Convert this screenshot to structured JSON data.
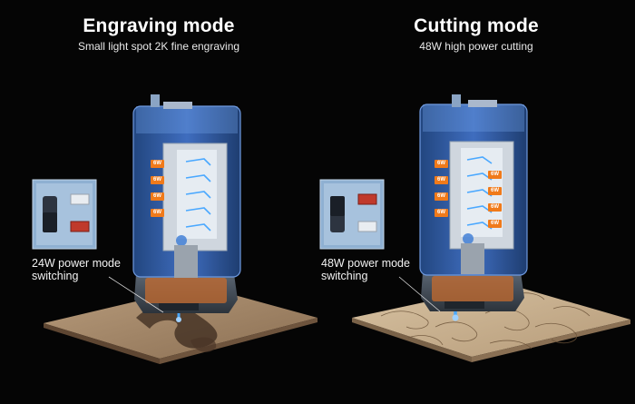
{
  "colors": {
    "background": "#050505",
    "housing_blue": "#3f6dbf",
    "power_tag": "#f07a1a",
    "laser_glow": "#4aa8ff",
    "indicator_red": "#c0392b"
  },
  "panels": [
    {
      "title": "Engraving mode",
      "subtitle": "Small light spot 2K fine engraving",
      "switch_label_line1": "24W power mode",
      "switch_label_line2": "switching",
      "power_tags": [
        "6W",
        "6W",
        "6W",
        "6W"
      ],
      "switch_position": "left"
    },
    {
      "title": "Cutting mode",
      "subtitle": "48W high power cutting",
      "switch_label_line1": "48W power mode",
      "switch_label_line2": "switching",
      "power_tags": [
        "6W",
        "6W",
        "6W",
        "6W",
        "6W",
        "6W",
        "6W",
        "6W"
      ],
      "switch_position": "right"
    }
  ]
}
